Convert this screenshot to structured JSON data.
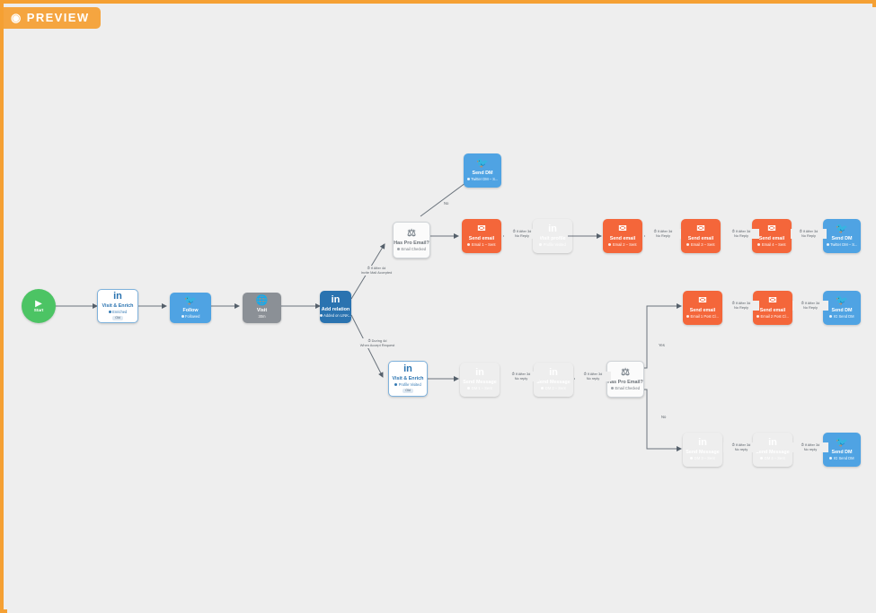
{
  "preview": {
    "badge_label": "PREVIEW",
    "eye_icon": "eye-icon",
    "border_color": "#f5a033"
  },
  "canvas": {
    "background": "#eeeeee"
  },
  "palette": {
    "linkedin": "#2a73b0",
    "linkedin_mid": "#2f7fc4",
    "twitter": "#4fa3e3",
    "email": "#f4663a",
    "wait": "#8b9096",
    "start": "#4cc464",
    "condition_border": "#cfd3d7"
  },
  "start": {
    "label": "Start",
    "icon": "play-icon"
  },
  "nodes": [
    {
      "id": "visit_enrich_1",
      "icon": "linkedin-icon",
      "title": "Visit & Enrich",
      "sub": "Enriched",
      "tag": "Old",
      "type": "linkedin-light"
    },
    {
      "id": "follow",
      "icon": "twitter-icon",
      "title": "Follow",
      "sub": "Followed",
      "tag": "",
      "type": "twitter"
    },
    {
      "id": "visit",
      "icon": "globe-icon",
      "title": "Visit",
      "sub": "30m",
      "tag": "",
      "type": "wait"
    },
    {
      "id": "add_relation",
      "icon": "linkedin-icon",
      "title": "Add relation",
      "sub": "Added on LINK...",
      "tag": "",
      "type": "linkedin"
    },
    {
      "id": "has_pro_email_1",
      "icon": "condition-icon",
      "title": "Has Pro Email?",
      "sub": "Email Checked",
      "tag": "",
      "type": "condition"
    },
    {
      "id": "send_dm_top",
      "icon": "twitter-icon",
      "title": "Send DM",
      "sub": "Twitter DM – S...",
      "tag": "",
      "type": "twitter"
    },
    {
      "id": "email_1_best",
      "icon": "envelope-icon",
      "title": "Send email",
      "sub": "Email 1 – Sent",
      "tag": "",
      "type": "email"
    },
    {
      "id": "visit_profile",
      "icon": "linkedin-icon",
      "title": "Visit profile",
      "sub": "Profile Visited",
      "tag": "",
      "type": "linkedin-mid"
    },
    {
      "id": "email_2_best",
      "icon": "envelope-icon",
      "title": "Send email",
      "sub": "Email 2 – Sent",
      "tag": "",
      "type": "email"
    },
    {
      "id": "email_3_best",
      "icon": "envelope-icon",
      "title": "Send email",
      "sub": "Email 3 – Sent",
      "tag": "",
      "type": "email"
    },
    {
      "id": "email_4_best",
      "icon": "envelope-icon",
      "title": "Send email",
      "sub": "Email 4 – Sent",
      "tag": "",
      "type": "email"
    },
    {
      "id": "send_dm_top_end",
      "icon": "twitter-icon",
      "title": "Send DM",
      "sub": "Twitter DM – S...",
      "tag": "",
      "type": "twitter"
    },
    {
      "id": "visit_enrich_2",
      "icon": "linkedin-icon",
      "title": "Visit & Enrich",
      "sub": "Profile Visited",
      "tag": "Old",
      "type": "linkedin-light"
    },
    {
      "id": "dm_1_sent",
      "icon": "linkedin-icon",
      "title": "Send Message",
      "sub": "DM 1 – Sent",
      "tag": "",
      "type": "linkedin-mid"
    },
    {
      "id": "dm_2_sent",
      "icon": "linkedin-icon",
      "title": "Send Message",
      "sub": "DM 2 – Sent",
      "tag": "",
      "type": "linkedin-mid"
    },
    {
      "id": "has_pro_email_2",
      "icon": "condition-icon",
      "title": "Has Pro Email?",
      "sub": "Email Checked",
      "tag": "",
      "type": "condition"
    },
    {
      "id": "email_1_post",
      "icon": "envelope-icon",
      "title": "Send email",
      "sub": "Email 1 Post Cl...",
      "tag": "",
      "type": "email"
    },
    {
      "id": "email_2_post",
      "icon": "envelope-icon",
      "title": "Send email",
      "sub": "Email 2 Post Cl...",
      "tag": "",
      "type": "email"
    },
    {
      "id": "send_dm_yes_end",
      "icon": "twitter-icon",
      "title": "Send DM",
      "sub": "IG Send DM",
      "tag": "",
      "type": "twitter"
    },
    {
      "id": "dm_3_sent",
      "icon": "linkedin-icon",
      "title": "Send Message",
      "sub": "DM 3 – Sent",
      "tag": "",
      "type": "linkedin-mid"
    },
    {
      "id": "dm_4_sent",
      "icon": "linkedin-icon",
      "title": "Send Message",
      "sub": "DM 4 – Sent",
      "tag": "",
      "type": "linkedin-mid"
    },
    {
      "id": "send_dm_no_end",
      "icon": "twitter-icon",
      "title": "Send DM",
      "sub": "IG Send DM",
      "tag": "",
      "type": "twitter"
    }
  ],
  "edge_labels": {
    "invite_accepted": {
      "line1": "If After 4d",
      "line2": "Invite Mail Accepted"
    },
    "accept_request": {
      "line1": "During 4d",
      "line2": "When Accept Request"
    },
    "no_top": "No",
    "no_reply_1": {
      "line1": "If After 3d",
      "line2": "No Reply"
    },
    "no_reply_2": {
      "line1": "If After 3d",
      "line2": "No Reply"
    },
    "no_reply_3": {
      "line1": "If After 3d",
      "line2": "No Reply"
    },
    "no_reply_4": {
      "line1": "If After 3d",
      "line2": "No Reply"
    },
    "no_reply_5": {
      "line1": "If After 3d",
      "line2": "No Reply"
    },
    "no_reply_mid_1": {
      "line1": "If After 3d",
      "line2": "No reply"
    },
    "no_reply_mid_2": {
      "line1": "If After 3d",
      "line2": "No reply"
    },
    "yes_branch": "Yes",
    "no_branch": "No",
    "no_reply_yes_1": {
      "line1": "If After 3d",
      "line2": "No Reply"
    },
    "no_reply_yes_2": {
      "line1": "If After 3d",
      "line2": "No Reply"
    },
    "no_reply_no_1": {
      "line1": "If After 3d",
      "line2": "No reply"
    },
    "no_reply_no_2": {
      "line1": "If After 3d",
      "line2": "No reply"
    }
  }
}
